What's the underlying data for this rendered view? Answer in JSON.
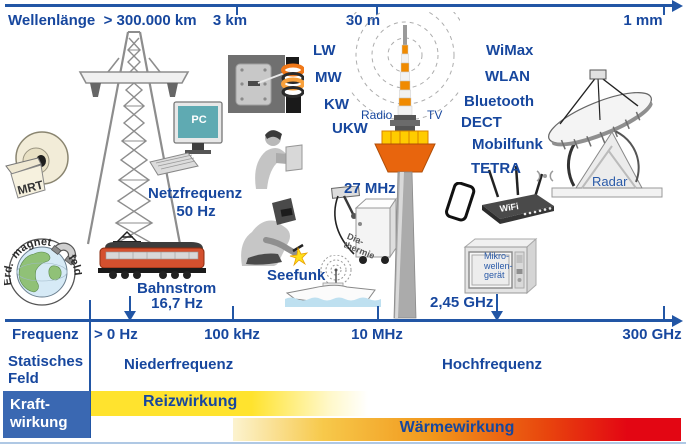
{
  "colors": {
    "text_blue": "#17479E",
    "axis_blue": "#2256A5",
    "force_box_blue": "#3A68B2",
    "stimulation_yellow": "#FFE32E",
    "thermal_red": "#E30613"
  },
  "top_scale": {
    "label": "Wellenlänge",
    "origin_value": "> 300.000 km",
    "tick_3km": "3 km",
    "tick_30m": "30 m",
    "tick_1mm": "1 mm"
  },
  "low_freq_zone": {
    "mrt_label": "MRT",
    "earth_field": {
      "part1": "Erd.",
      "part2": "magnet",
      "part3": "feld"
    },
    "pc_label": "PC",
    "netzfrequenz_title": "Netzfrequenz",
    "netzfrequenz_value": "50 Hz",
    "bahnstrom_title": "Bahnstrom",
    "bahnstrom_value": "16,7 Hz"
  },
  "bands": {
    "lw": "LW",
    "mw": "MW",
    "kw": "KW",
    "ukw": "UKW"
  },
  "broadcast": {
    "radio": "Radio",
    "tv": "TV"
  },
  "mid_zone": {
    "seefunk": "Seefunk",
    "freq_27mhz": "27 MHz",
    "diathermie_line1": "Dia-",
    "diathermie_line2": "thermie"
  },
  "high_freq_zone": {
    "wimax": "WiMax",
    "wlan": "WLAN",
    "bluetooth": "Bluetooth",
    "dect": "DECT",
    "mobilfunk": "Mobilfunk",
    "tetra": "TETRA",
    "wifi_label": "WiFi",
    "microwave_line1": "Mikro-",
    "microwave_line2": "wellen-",
    "microwave_line3": "gerät",
    "freq_245ghz": "2,45 GHz",
    "radar": "Radar"
  },
  "bottom_scale": {
    "label": "Frequenz",
    "tick_0hz": "> 0 Hz",
    "tick_100khz": "100 kHz",
    "tick_10mhz": "10 MHz",
    "tick_300ghz": "300 GHz"
  },
  "zones": {
    "static_line1": "Statisches",
    "static_line2": "Feld",
    "low": "Niederfrequenz",
    "high": "Hochfrequenz"
  },
  "effects": {
    "force_line1": "Kraft-",
    "force_line2": "wirkung",
    "stimulation": "Reizwirkung",
    "thermal": "Wärmewirkung"
  }
}
